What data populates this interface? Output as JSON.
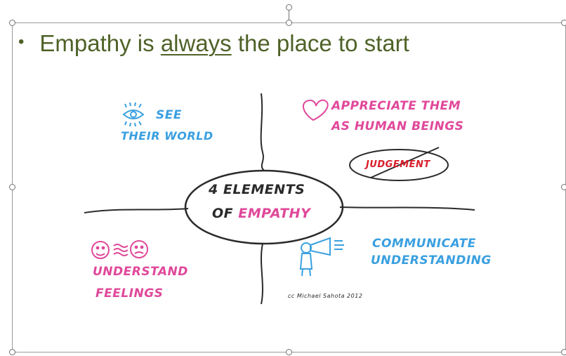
{
  "slide": {
    "bullet": {
      "before": "Empathy is ",
      "emphasis": "always",
      "after": " the place to start"
    }
  },
  "diagram": {
    "center_line1": "4 ELEMENTS",
    "center_line2_a": "OF ",
    "center_line2_b": "EMPATHY",
    "tl_line1": "SEE",
    "tl_line2": "THEIR WORLD",
    "tr_line1": "APPRECIATE THEM",
    "tr_line2": "AS HUMAN BEINGS",
    "tr_badge": "JUDGEMENT",
    "bl_line1": "UNDERSTAND",
    "bl_line2": "FEELINGS",
    "br_line1": "COMMUNICATE",
    "br_line2": "UNDERSTANDING",
    "credit": "cc Michael Sahota 2012"
  },
  "colors": {
    "title": "#4f6228",
    "blue": "#3aa0e0",
    "pink": "#e0489a",
    "red": "#d81e2a",
    "ink": "#2a2a2a"
  },
  "icons": [
    "eye-icon",
    "heart-icon",
    "emotion-faces-icon",
    "megaphone-person-icon"
  ]
}
